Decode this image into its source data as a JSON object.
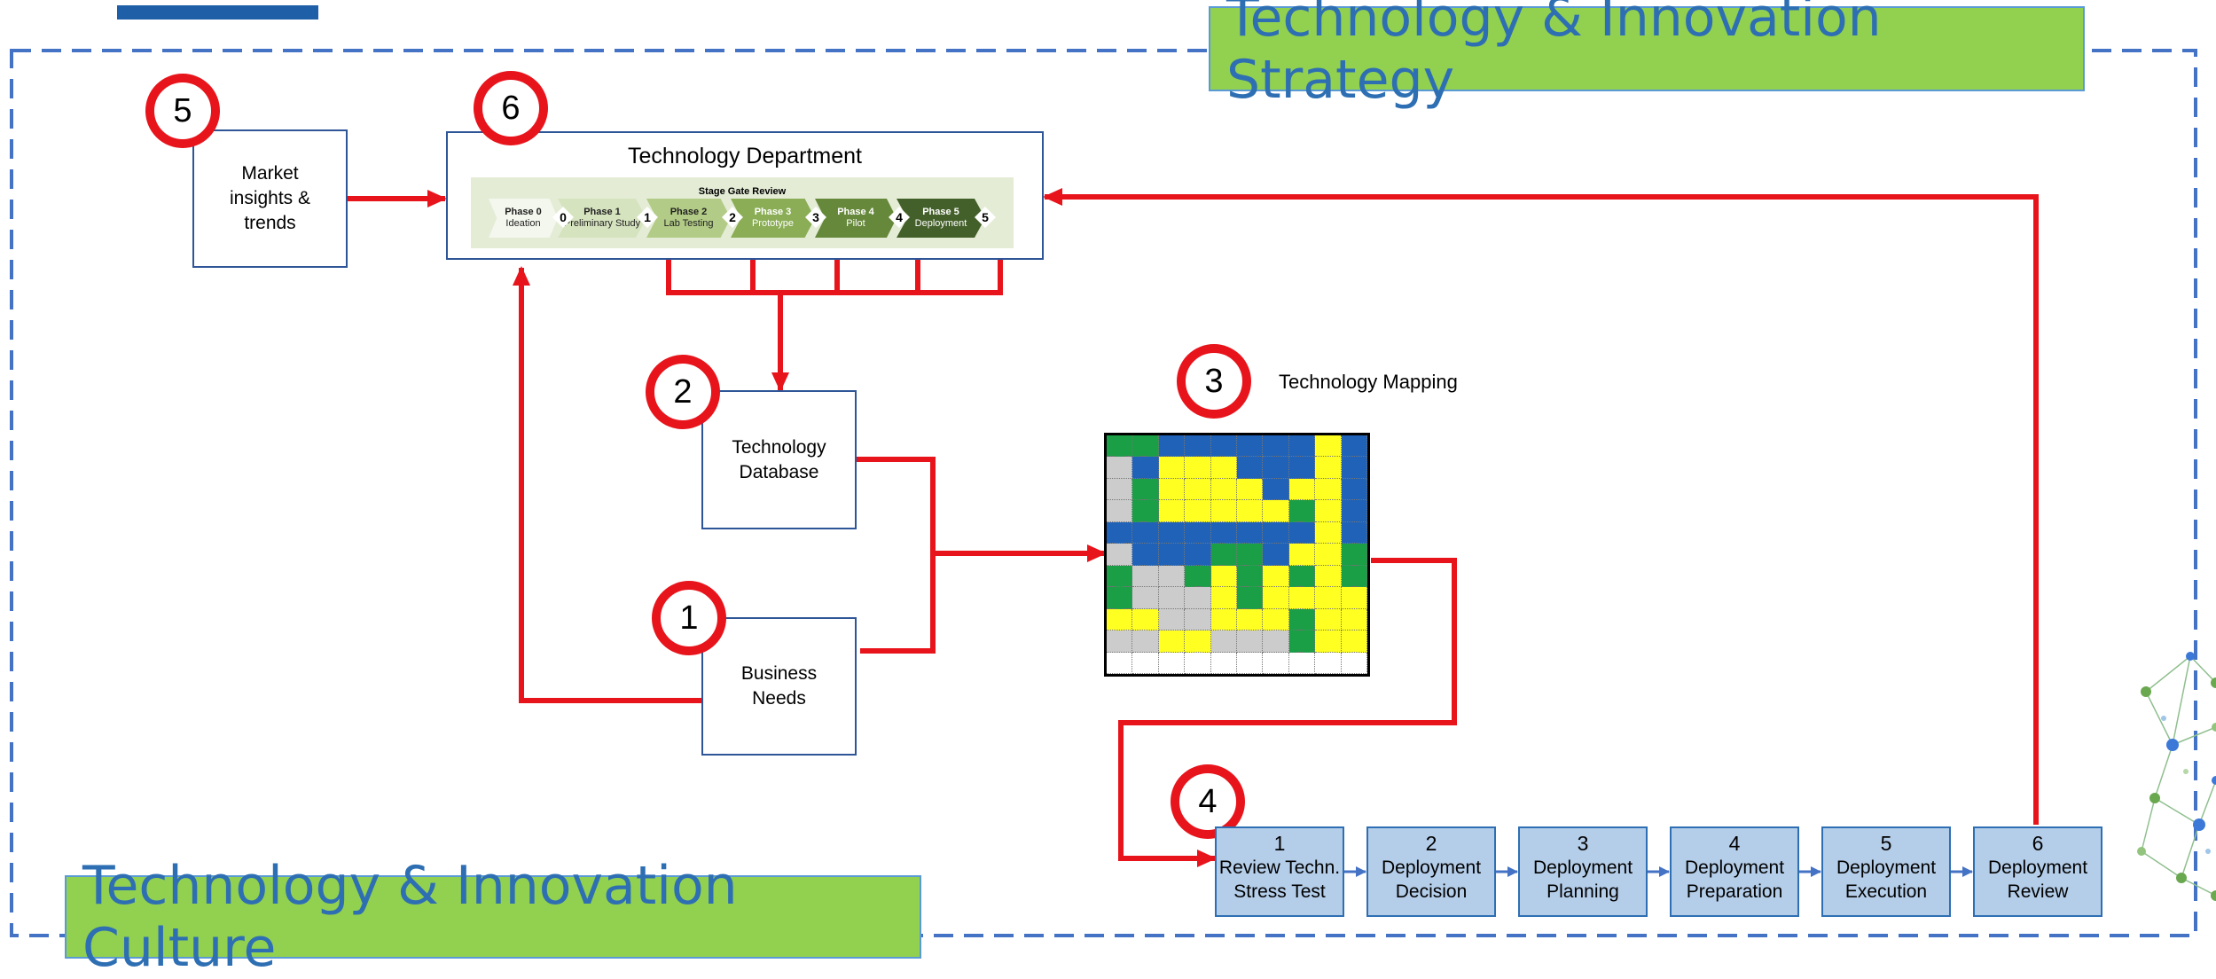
{
  "strategy_title": "Technology & Innovation Strategy",
  "culture_title": "Technology & Innovation Culture",
  "badges": [
    "5",
    "6",
    "2",
    "3",
    "1",
    "4"
  ],
  "market_box": "Market insights & trends",
  "tech_department": {
    "title": "Technology Department",
    "stage_gate_title": "Stage Gate Review",
    "phases": [
      {
        "name": "Phase 0",
        "desc": "Ideation"
      },
      {
        "name": "Phase 1",
        "desc": "Preliminary Study"
      },
      {
        "name": "Phase 2",
        "desc": "Lab Testing"
      },
      {
        "name": "Phase 3",
        "desc": "Prototype"
      },
      {
        "name": "Phase 4",
        "desc": "Pilot"
      },
      {
        "name": "Phase 5",
        "desc": "Deployment"
      }
    ],
    "gates": [
      "0",
      "1",
      "2",
      "3",
      "4",
      "5"
    ]
  },
  "tech_database": "Technology Database",
  "business_needs": "Business Needs",
  "tech_mapping_label": "Technology Mapping",
  "mapping_grid": [
    [
      "G",
      "G",
      "B",
      "B",
      "B",
      "B",
      "B",
      "B",
      "Y",
      "B"
    ],
    [
      "L",
      "B",
      "Y",
      "Y",
      "Y",
      "B",
      "B",
      "B",
      "Y",
      "B"
    ],
    [
      "L",
      "G",
      "Y",
      "Y",
      "Y",
      "Y",
      "B",
      "Y",
      "Y",
      "B"
    ],
    [
      "L",
      "G",
      "Y",
      "Y",
      "Y",
      "Y",
      "Y",
      "G",
      "Y",
      "B"
    ],
    [
      "B",
      "B",
      "B",
      "B",
      "B",
      "B",
      "B",
      "B",
      "Y",
      "B"
    ],
    [
      "L",
      "B",
      "B",
      "B",
      "G",
      "G",
      "B",
      "Y",
      "Y",
      "G"
    ],
    [
      "G",
      "L",
      "L",
      "G",
      "Y",
      "G",
      "Y",
      "G",
      "Y",
      "G"
    ],
    [
      "G",
      "L",
      "L",
      "L",
      "Y",
      "G",
      "Y",
      "Y",
      "Y",
      "Y"
    ],
    [
      "Y",
      "Y",
      "L",
      "L",
      "Y",
      "Y",
      "Y",
      "G",
      "Y",
      "Y"
    ],
    [
      "L",
      "L",
      "Y",
      "Y",
      "L",
      "L",
      "L",
      "G",
      "Y",
      "Y"
    ],
    [
      "W",
      "W",
      "W",
      "W",
      "W",
      "W",
      "W",
      "W",
      "W",
      "W"
    ]
  ],
  "grid_colors": {
    "G": "#1a9e46",
    "B": "#1f62b8",
    "Y": "#ffff22",
    "L": "#cccccc",
    "W": "#ffffff"
  },
  "deployment_steps": [
    {
      "num": "1",
      "line1": "Review Techn.",
      "line2": "Stress Test"
    },
    {
      "num": "2",
      "line1": "Deployment",
      "line2": "Decision"
    },
    {
      "num": "3",
      "line1": "Deployment",
      "line2": "Planning"
    },
    {
      "num": "4",
      "line1": "Deployment",
      "line2": "Preparation"
    },
    {
      "num": "5",
      "line1": "Deployment",
      "line2": "Execution"
    },
    {
      "num": "6",
      "line1": "Deployment",
      "line2": "Review"
    }
  ],
  "colors": {
    "arrow_red": "#e8141c",
    "title_green": "#92d050",
    "title_text_blue": "#2e6fb3",
    "dashed_border_blue": "#4472c4",
    "step_fill": "#b4cde9"
  }
}
